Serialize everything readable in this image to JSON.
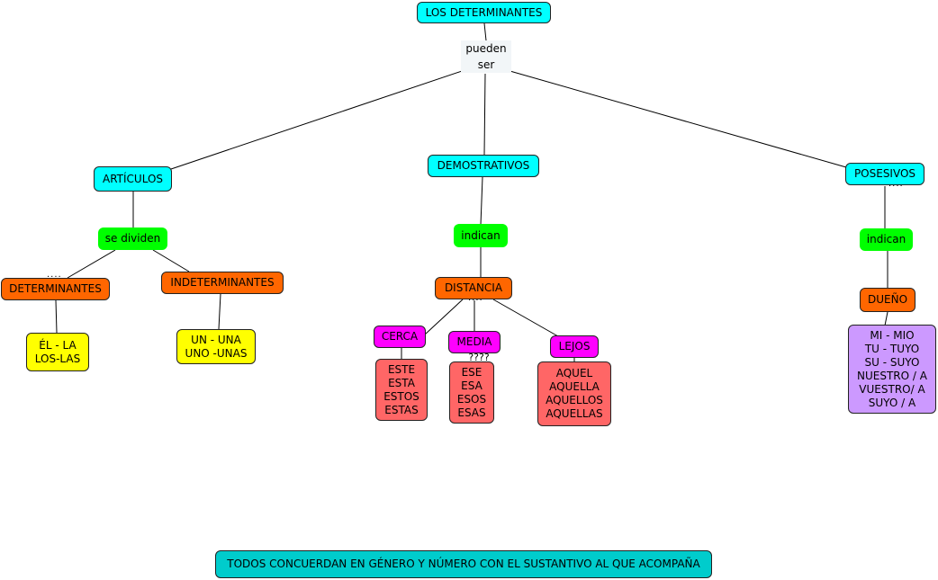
{
  "nodes": {
    "root": "LOS DETERMINANTES",
    "link_root": "pueden\nser",
    "articulos": "ARTÍCULOS",
    "se_dividen": "se dividen",
    "determinantes": "DETERMINANTES",
    "indeterminantes": "INDETERMINANTES",
    "el_la": "ÉL - LA\nLOS-LAS",
    "un_una": "UN - UNA\nUNO -UNAS",
    "demostrativos": "DEMOSTRATIVOS",
    "indican_demo": "indican",
    "distancia": "DISTANCIA",
    "cerca": "CERCA",
    "media": "MEDIA",
    "lejos": "LEJOS",
    "este": "ESTE\nESTA\nESTOS\nESTAS",
    "ese": "ESE\nESA\nESOS\nESAS",
    "aquel": "AQUEL\nAQUELLA\nAQUELLOS\nAQUELLAS",
    "posesivos": "POSESIVOS",
    "indican_pos": "indican",
    "dueno": "DUEÑO",
    "mi_mio": "MI - MIO\nTU - TUYO\nSU - SUYO\nNUESTRO / A\nVUESTRO/ A\nSUYO / A",
    "footer": "TODOS CONCUERDAN EN GÉNERO Y NÚMERO CON EL SUSTANTIVO AL QUE ACOMPAÑA",
    "question_marks": "????"
  },
  "colors": {
    "concept_cyan": "#00FFFF",
    "link_green": "#00FF00",
    "category_orange": "#FF6600",
    "example_yellow": "#FFFF00",
    "distance_magenta": "#FF00FF",
    "word_salmon": "#FF6666",
    "possessive_lilac": "#CC99FF",
    "footer_teal": "#00CCCC"
  }
}
